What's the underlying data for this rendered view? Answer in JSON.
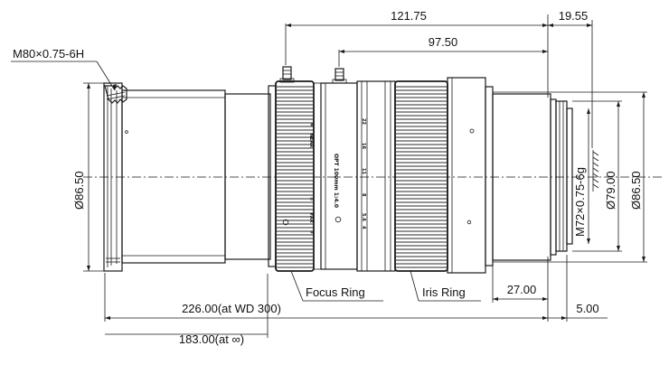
{
  "dimensions": {
    "d_121_75": "121.75",
    "d_19_55": "19.55",
    "d_97_50": "97.50",
    "d_27_00": "27.00",
    "d_5_00": "5.00",
    "d_226": "226.00(at WD 300)",
    "d_183": "183.00(at ∞)",
    "dia_86_50_left": "Ø86.50",
    "dia_86_50_right": "Ø86.50",
    "dia_79_00": "Ø79.00"
  },
  "threads": {
    "front": "M80×0.75-6H",
    "rear": "M72×0.75-6g"
  },
  "labels": {
    "focus_ring": "Focus Ring",
    "iris_ring": "Iris Ring"
  },
  "engravings": {
    "lens_name": "OPT 100mm 1:4.0",
    "near": "NEAR",
    "far": "FAR",
    "f_values": [
      "22",
      "16",
      "11",
      "8",
      "5.6",
      "4"
    ],
    "infinity": "∞"
  },
  "colors": {
    "line": "#1a1a1a",
    "text": "#111111",
    "background": "#ffffff"
  }
}
